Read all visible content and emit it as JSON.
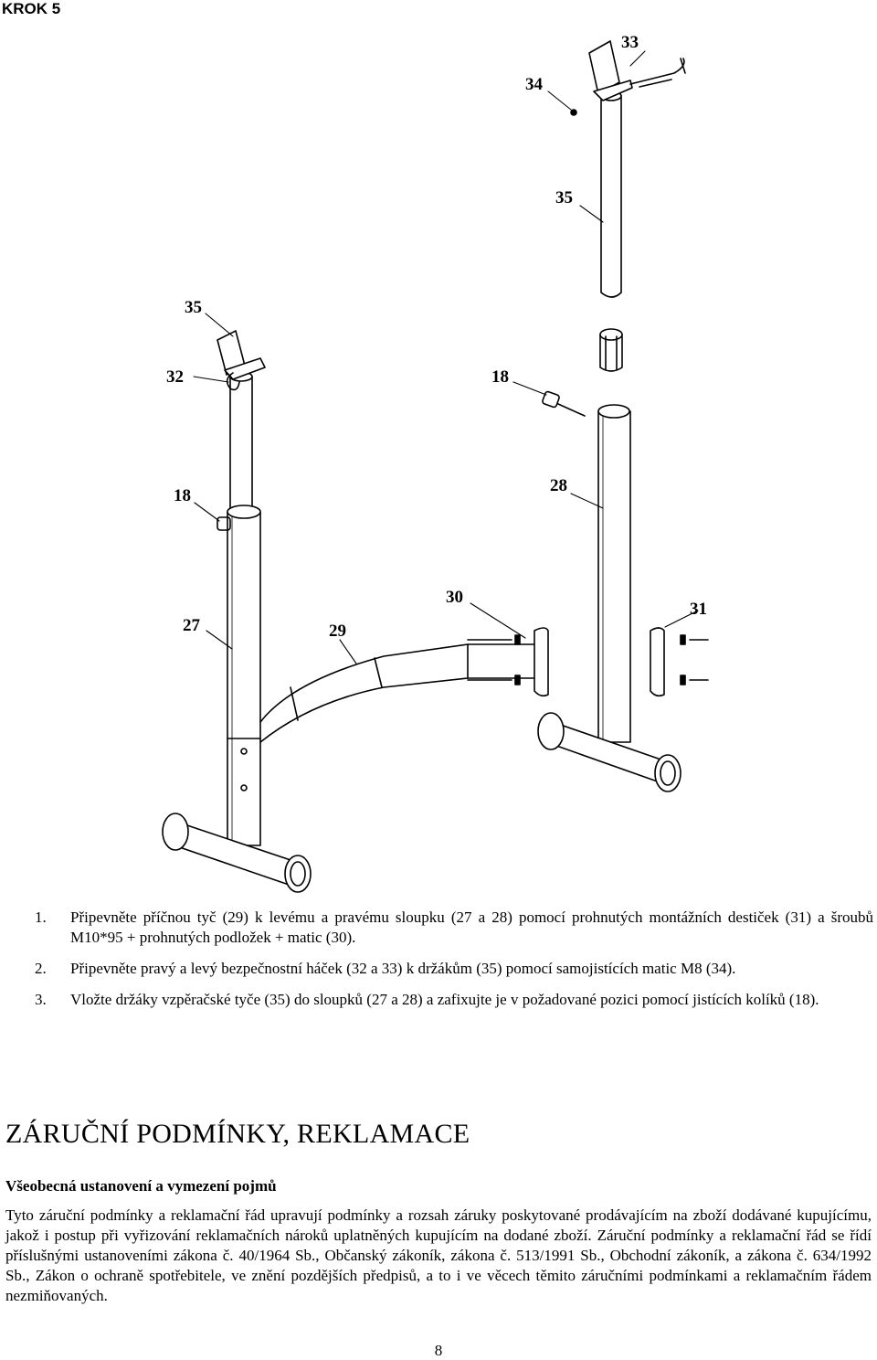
{
  "header": {
    "step_title": "KROK 5"
  },
  "diagram": {
    "callouts": [
      "33",
      "34",
      "35",
      "35",
      "32",
      "18",
      "18",
      "28",
      "27",
      "29",
      "30",
      "31"
    ]
  },
  "instructions": [
    {
      "num": "1.",
      "text": "Připevněte příčnou tyč (29) k levému a pravému sloupku (27 a 28) pomocí prohnutých montážních destiček (31) a šroubů M10*95 + prohnutých podložek + matic (30)."
    },
    {
      "num": "2.",
      "text": "Připevněte pravý a levý bezpečnostní háček (32 a 33) k držákům (35) pomocí samojistících matic M8 (34)."
    },
    {
      "num": "3.",
      "text": "Vložte držáky vzpěračské tyče (35) do sloupků (27 a 28) a zafixujte je v požadované pozici pomocí jistících kolíků (18)."
    }
  ],
  "warranty": {
    "heading": "ZÁRUČNÍ PODMÍNKY, REKLAMACE",
    "subheading": "Všeobecná ustanovení a vymezení pojmů",
    "paragraph": "Tyto záruční podmínky a reklamační řád upravují podmínky a rozsah záruky poskytované prodávajícím na zboží dodávané kupujícímu, jakož i postup při vyřizování reklamačních nároků uplatněných kupujícím na dodané zboží. Záruční podmínky a reklamační řád se řídí příslušnými ustanoveními zákona č. 40/1964 Sb., Občanský zákoník, zákona č. 513/1991 Sb., Obchodní zákoník, a zákona č. 634/1992 Sb., Zákon o ochraně spotřebitele, ve znění pozdějších předpisů, a to i ve věcech těmito záručními podmínkami a reklamačním řádem nezmiňovaných."
  },
  "footer": {
    "page_number": "8"
  }
}
